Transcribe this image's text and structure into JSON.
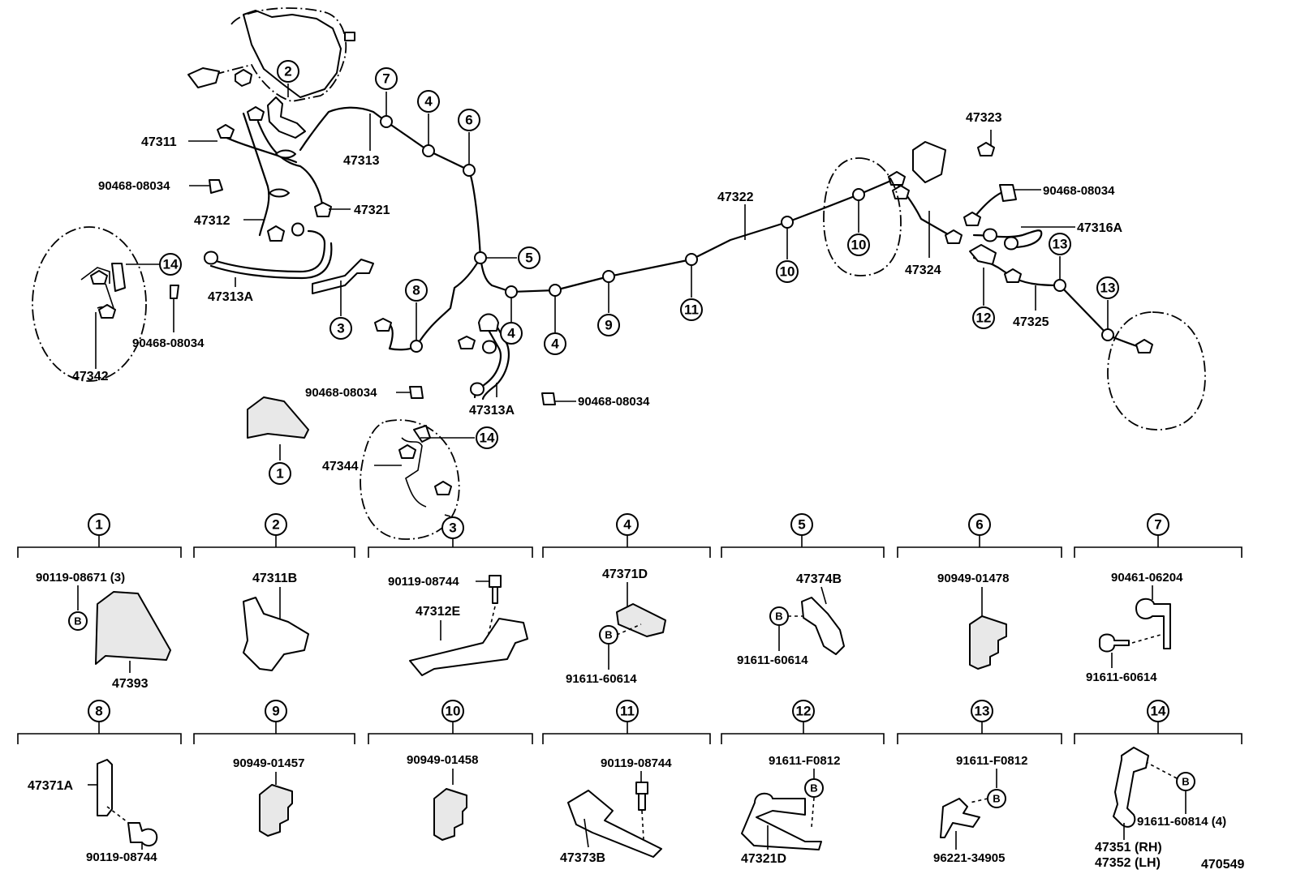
{
  "diagram_id": "470549",
  "main_labels": {
    "p47311": "47311",
    "p47313": "47313",
    "p90468_a": "90468-08034",
    "p47312": "47312",
    "p47321": "47321",
    "p47313A_a": "47313A",
    "p90468_b": "90468-08034",
    "p47342": "47342",
    "p47313A_b": "47313A",
    "p90468_c": "90468-08034",
    "p90468_d": "90468-08034",
    "p47344": "47344",
    "p47322": "47322",
    "p47323": "47323",
    "p90468_e": "90468-08034",
    "p47316A": "47316A",
    "p47324": "47324",
    "p47325": "47325"
  },
  "callout_numbers": [
    "1",
    "2",
    "3",
    "4",
    "5",
    "6",
    "7",
    "8",
    "9",
    "10",
    "11",
    "12",
    "13",
    "14"
  ],
  "detail_boxes": [
    {
      "number": "1",
      "labels": [
        "90119-08671 (3)",
        "47393"
      ],
      "badge": "B"
    },
    {
      "number": "2",
      "labels": [
        "47311B"
      ],
      "badge": ""
    },
    {
      "number": "3",
      "labels": [
        "90119-08744",
        "47312E"
      ],
      "badge": ""
    },
    {
      "number": "4",
      "labels": [
        "47371D",
        "91611-60614"
      ],
      "badge": "B"
    },
    {
      "number": "5",
      "labels": [
        "47374B",
        "91611-60614"
      ],
      "badge": "B"
    },
    {
      "number": "6",
      "labels": [
        "90949-01478"
      ],
      "badge": ""
    },
    {
      "number": "7",
      "labels": [
        "90461-06204",
        "91611-60614"
      ],
      "badge": ""
    },
    {
      "number": "8",
      "labels": [
        "47371A",
        "90119-08744"
      ],
      "badge": ""
    },
    {
      "number": "9",
      "labels": [
        "90949-01457"
      ],
      "badge": ""
    },
    {
      "number": "10",
      "labels": [
        "90949-01458"
      ],
      "badge": ""
    },
    {
      "number": "11",
      "labels": [
        "90119-08744",
        "47373B"
      ],
      "badge": ""
    },
    {
      "number": "12",
      "labels": [
        "91611-F0812",
        "47321D"
      ],
      "badge": "B"
    },
    {
      "number": "13",
      "labels": [
        "91611-F0812",
        "96221-34905"
      ],
      "badge": "B"
    },
    {
      "number": "14",
      "labels": [
        "91611-60814 (4)",
        "47351 (RH)",
        "47352 (LH)"
      ],
      "badge": "B"
    }
  ]
}
